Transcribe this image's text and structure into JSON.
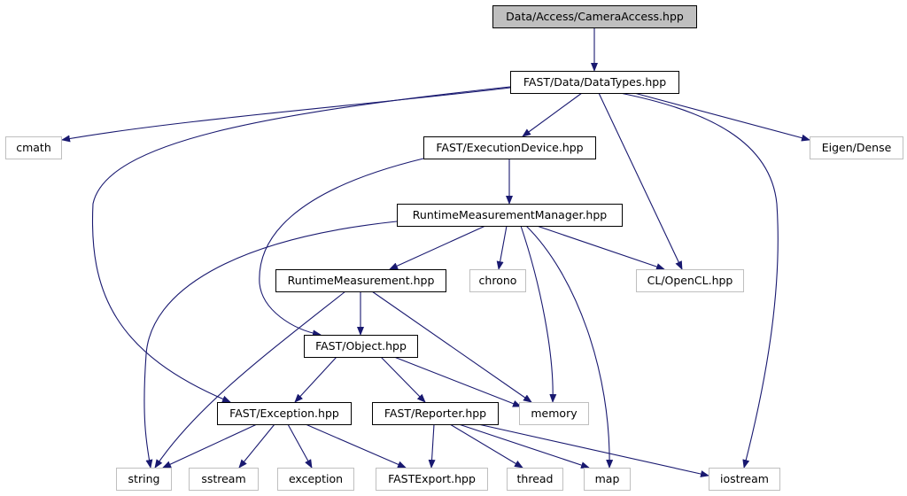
{
  "colors": {
    "edge": "#191970",
    "root_fill": "#bfbfbf",
    "root_border": "#000000",
    "node_border": "#000000",
    "external_border": "#bfbfbf",
    "background": "#ffffff"
  },
  "nodes": [
    {
      "id": "camera_access",
      "label": "Data/Access/CameraAccess.hpp",
      "kind": "root"
    },
    {
      "id": "data_types",
      "label": "FAST/Data/DataTypes.hpp",
      "kind": "local"
    },
    {
      "id": "cmath",
      "label": "cmath",
      "kind": "external"
    },
    {
      "id": "execution_device",
      "label": "FAST/ExecutionDevice.hpp",
      "kind": "local"
    },
    {
      "id": "eigen_dense",
      "label": "Eigen/Dense",
      "kind": "external"
    },
    {
      "id": "runtime_mgr",
      "label": "RuntimeMeasurementManager.hpp",
      "kind": "local"
    },
    {
      "id": "runtime_meas",
      "label": "RuntimeMeasurement.hpp",
      "kind": "local"
    },
    {
      "id": "chrono",
      "label": "chrono",
      "kind": "external"
    },
    {
      "id": "opencl",
      "label": "CL/OpenCL.hpp",
      "kind": "external"
    },
    {
      "id": "object",
      "label": "FAST/Object.hpp",
      "kind": "local"
    },
    {
      "id": "exception_hpp",
      "label": "FAST/Exception.hpp",
      "kind": "local"
    },
    {
      "id": "reporter",
      "label": "FAST/Reporter.hpp",
      "kind": "local"
    },
    {
      "id": "memory",
      "label": "memory",
      "kind": "external"
    },
    {
      "id": "string",
      "label": "string",
      "kind": "external"
    },
    {
      "id": "sstream",
      "label": "sstream",
      "kind": "external"
    },
    {
      "id": "exception",
      "label": "exception",
      "kind": "external"
    },
    {
      "id": "fast_export",
      "label": "FASTExport.hpp",
      "kind": "external"
    },
    {
      "id": "thread",
      "label": "thread",
      "kind": "external"
    },
    {
      "id": "map",
      "label": "map",
      "kind": "external"
    },
    {
      "id": "iostream",
      "label": "iostream",
      "kind": "external"
    }
  ],
  "edges": [
    {
      "from": "camera_access",
      "to": "data_types"
    },
    {
      "from": "data_types",
      "to": "cmath"
    },
    {
      "from": "data_types",
      "to": "execution_device"
    },
    {
      "from": "data_types",
      "to": "exception_hpp"
    },
    {
      "from": "data_types",
      "to": "opencl"
    },
    {
      "from": "data_types",
      "to": "iostream"
    },
    {
      "from": "data_types",
      "to": "eigen_dense"
    },
    {
      "from": "execution_device",
      "to": "runtime_mgr"
    },
    {
      "from": "execution_device",
      "to": "object"
    },
    {
      "from": "runtime_mgr",
      "to": "string"
    },
    {
      "from": "runtime_mgr",
      "to": "runtime_meas"
    },
    {
      "from": "runtime_mgr",
      "to": "chrono"
    },
    {
      "from": "runtime_mgr",
      "to": "opencl"
    },
    {
      "from": "runtime_mgr",
      "to": "memory"
    },
    {
      "from": "runtime_mgr",
      "to": "map"
    },
    {
      "from": "runtime_meas",
      "to": "object"
    },
    {
      "from": "runtime_meas",
      "to": "string"
    },
    {
      "from": "runtime_meas",
      "to": "memory"
    },
    {
      "from": "object",
      "to": "exception_hpp"
    },
    {
      "from": "object",
      "to": "reporter"
    },
    {
      "from": "object",
      "to": "memory"
    },
    {
      "from": "exception_hpp",
      "to": "string"
    },
    {
      "from": "exception_hpp",
      "to": "sstream"
    },
    {
      "from": "exception_hpp",
      "to": "exception"
    },
    {
      "from": "exception_hpp",
      "to": "fast_export"
    },
    {
      "from": "reporter",
      "to": "fast_export"
    },
    {
      "from": "reporter",
      "to": "thread"
    },
    {
      "from": "reporter",
      "to": "map"
    },
    {
      "from": "reporter",
      "to": "iostream"
    }
  ]
}
